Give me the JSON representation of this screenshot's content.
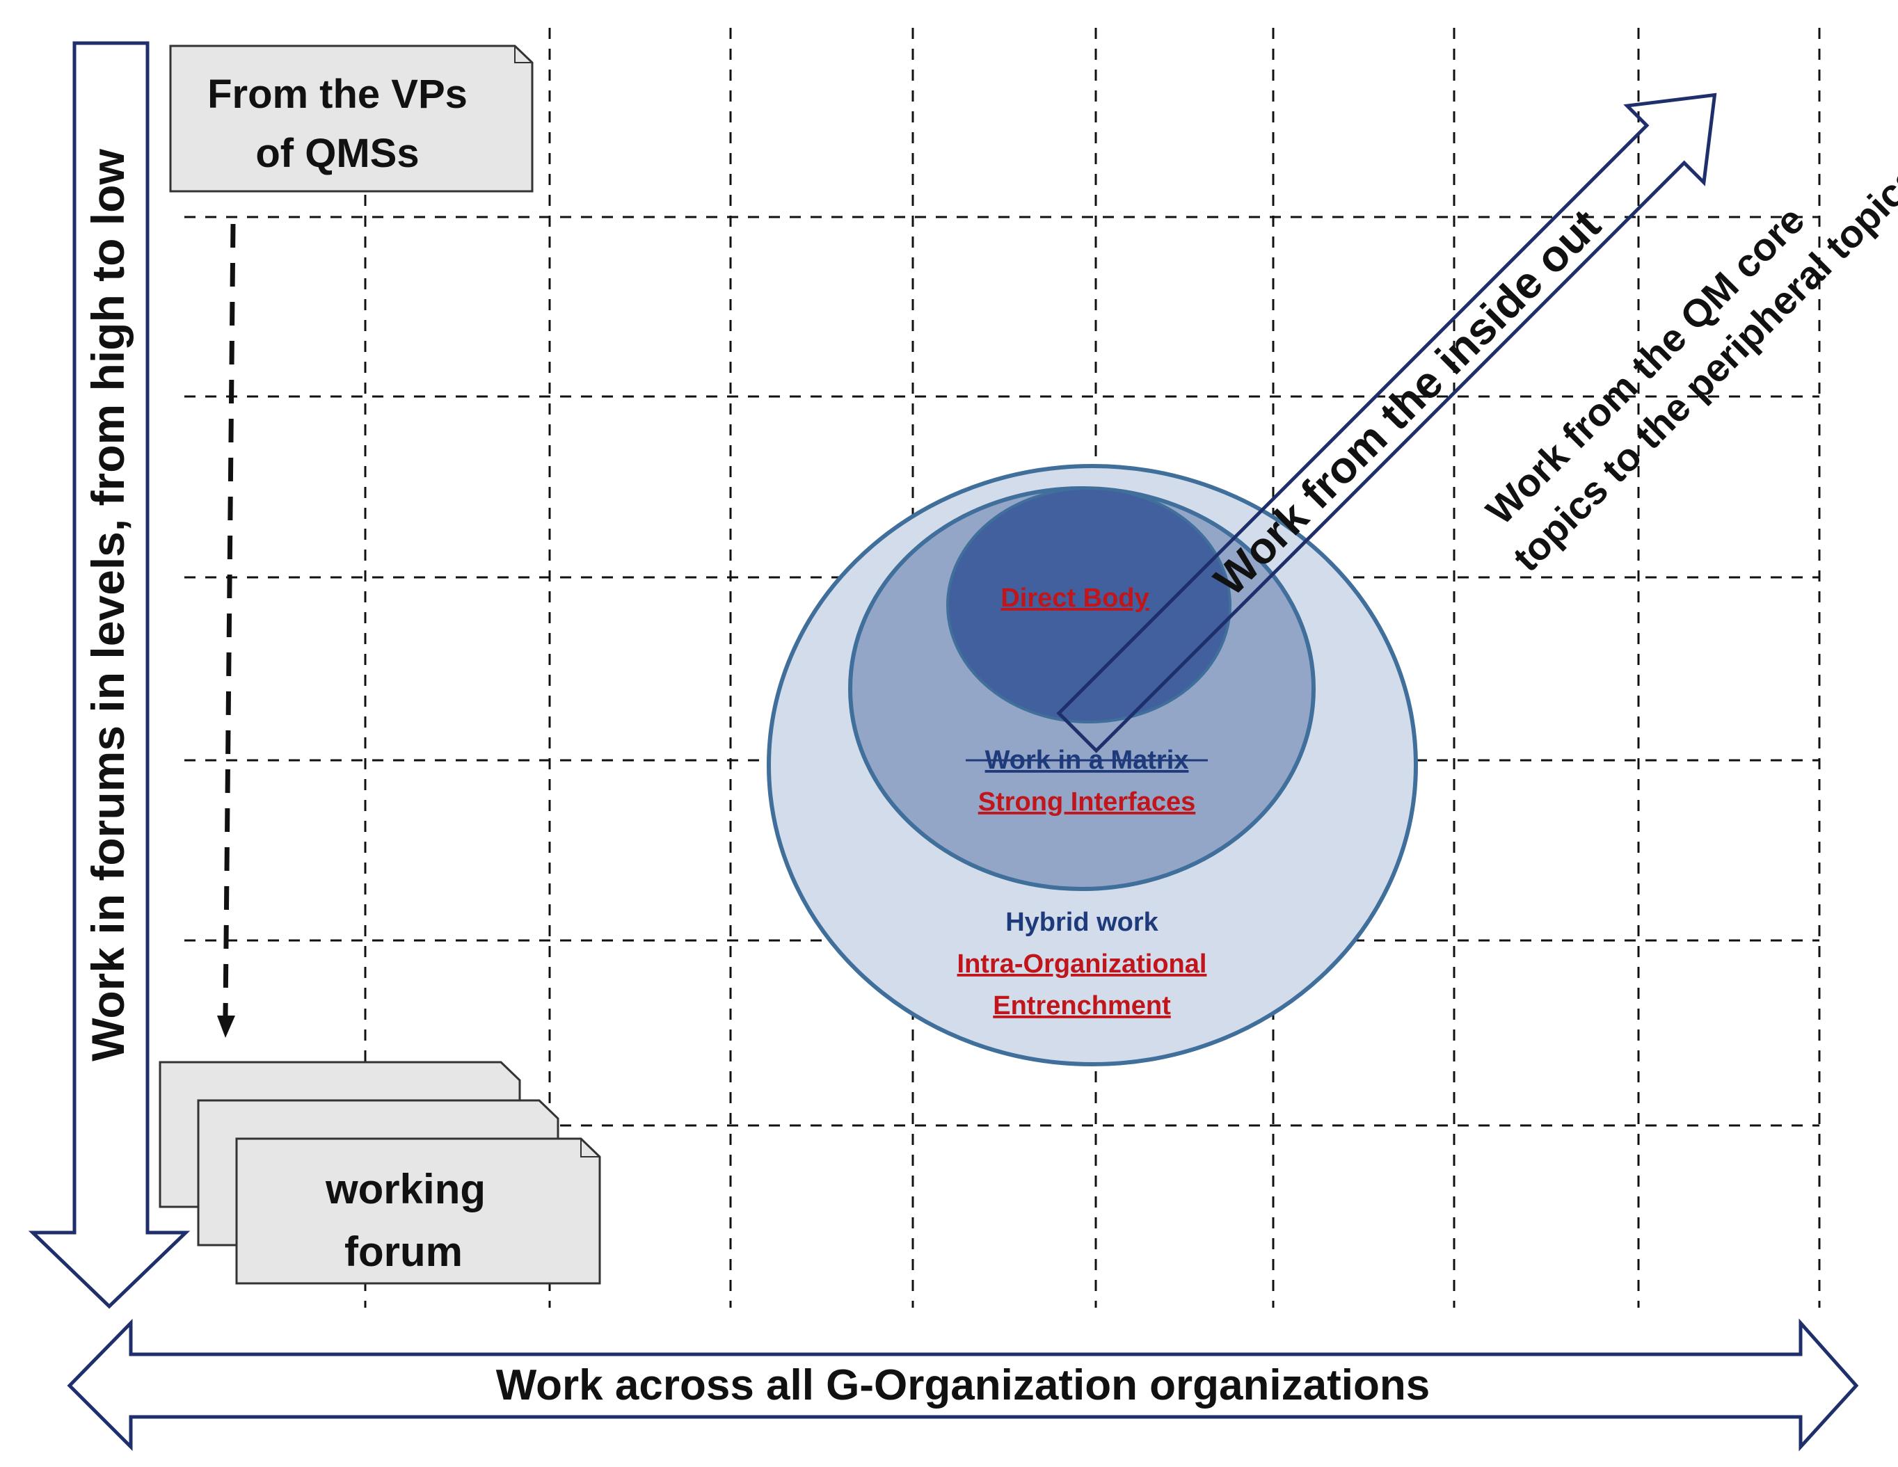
{
  "vertical_axis": {
    "label": "Work in forums in levels, from high to low"
  },
  "horizontal_axis": {
    "label": "Work across all G-Organization organizations"
  },
  "top_box": {
    "line1": "From the VPs",
    "line2": "of QMSs"
  },
  "forum_box": {
    "line1": "working",
    "line2": "forum"
  },
  "diagonal_arrow": {
    "label": "Work from the inside out"
  },
  "diagonal_text": {
    "line1": "Work from the QM core",
    "line2": "topics to the peripheral topics"
  },
  "circles": {
    "inner": {
      "label": "Direct Body"
    },
    "middle": {
      "label1": "Work in a Matrix",
      "label2": "Strong Interfaces"
    },
    "outer": {
      "label1": "Hybrid work",
      "label2": "Intra-Organizational ",
      "label3": "Entrenchment"
    }
  },
  "colors": {
    "arrow_outline": "#1f2f6b",
    "box_fill": "#e6e6e6",
    "outer_circle": "#d3dcea",
    "middle_circle": "#93a6c8",
    "inner_circle": "#41609d",
    "circle_stroke": "#3f6f9a",
    "label_blue": "#1f3a7a",
    "label_red": "#c0151a",
    "grid": "#111111"
  },
  "icons": {
    "level_arrow": "dashed-down-arrow-icon"
  }
}
